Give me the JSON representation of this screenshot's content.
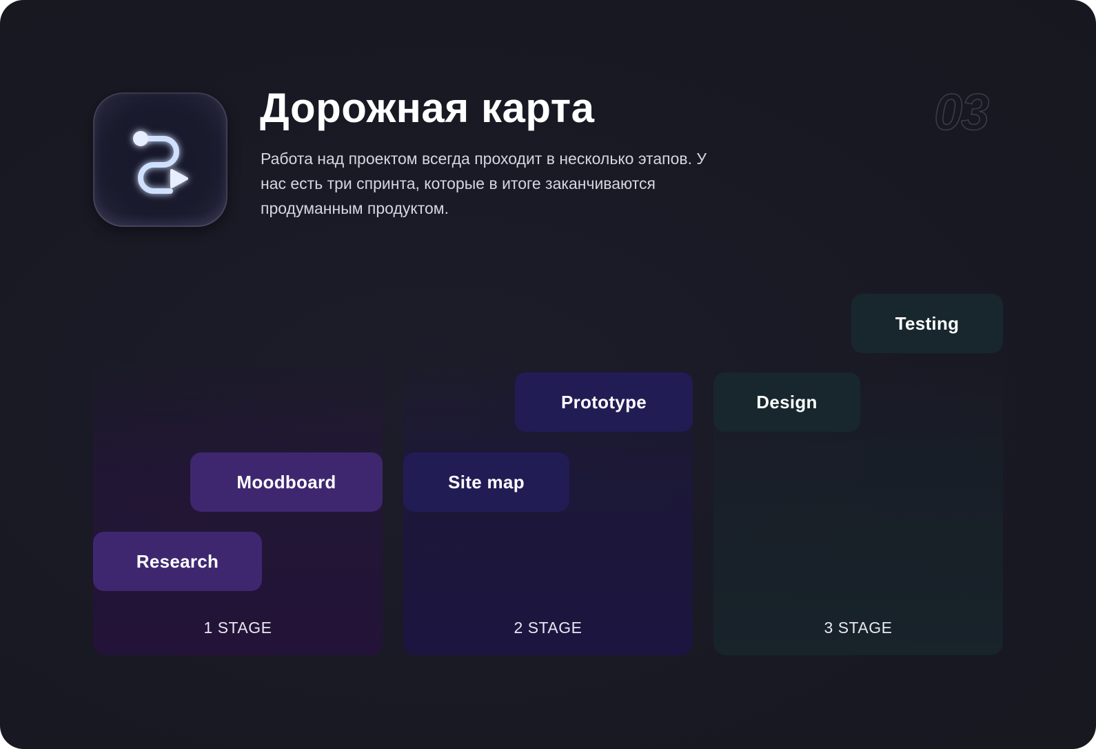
{
  "header": {
    "title": "Дорожная карта",
    "description": "Работа над проектом всегда проходит в несколько этапов. У нас есть три спринта, которые в итоге заканчиваются продуманным продуктом.",
    "page_number": "03",
    "icon": "route-icon"
  },
  "stages": [
    {
      "label": "1 STAGE",
      "color": "#231338"
    },
    {
      "label": "2 STAGE",
      "color": "#1c1541"
    },
    {
      "label": "3 STAGE",
      "color": "#18232a"
    }
  ],
  "tasks": [
    {
      "label": "Research",
      "stage": 1,
      "color": "#3f2770"
    },
    {
      "label": "Moodboard",
      "stage": 1,
      "color": "#3f2770"
    },
    {
      "label": "Site map",
      "stage": 2,
      "color": "#221c55"
    },
    {
      "label": "Prototype",
      "stage": 2,
      "color": "#221c55"
    },
    {
      "label": "Design",
      "stage": 3,
      "color": "#17272d"
    },
    {
      "label": "Testing",
      "stage": 3,
      "color": "#17272d"
    }
  ]
}
